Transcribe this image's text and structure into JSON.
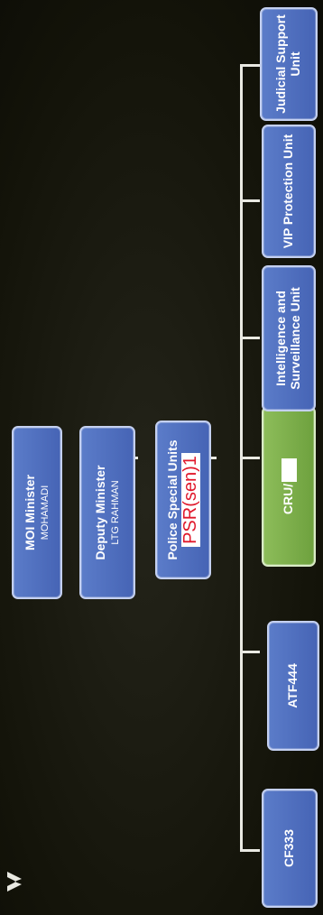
{
  "org_chart": {
    "minister": {
      "title": "MOI Minister",
      "name": "MOHAMADI"
    },
    "deputy": {
      "title": "Deputy Minister",
      "name": "LTG RAHMAN"
    },
    "psu": {
      "title": "Police Special Units",
      "annotation": "PSR(sen)1"
    },
    "units": [
      {
        "label": "CF333"
      },
      {
        "label": "ATF444"
      },
      {
        "label": "CRU/"
      },
      {
        "label": "Intelligence and Surveillance Unit"
      },
      {
        "label": "VIP Protection Unit"
      },
      {
        "label": "Judicial Support Unit"
      }
    ]
  },
  "colors": {
    "blue_box": "#4f6fbe",
    "green_box": "#7aae48",
    "line": "#e9e9e2",
    "background": "#16160f",
    "annotation_red": "#e0182b"
  }
}
